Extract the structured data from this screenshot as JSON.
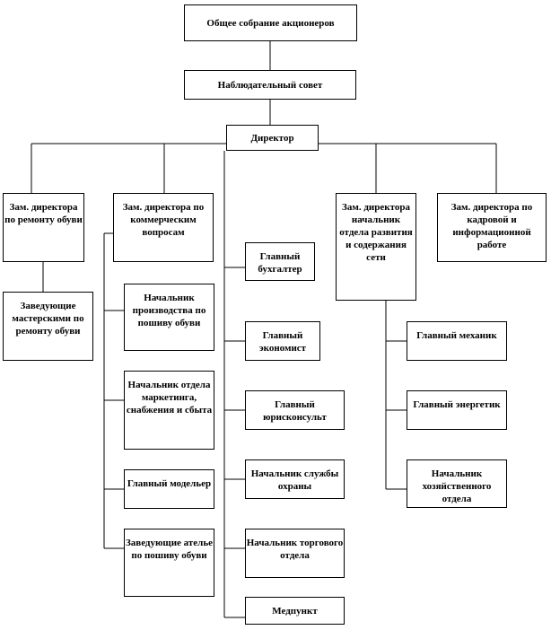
{
  "chart": {
    "shareholders": "Общее собрание акционеров",
    "board": "Наблюдательный  совет",
    "director": "Директор",
    "deputy_repair": "Зам. директора по ремонту обуви",
    "workshop_heads": "Заведующие мастерскими по ремонту обуви",
    "deputy_commercial": "Зам. директора по коммерческим вопросам",
    "production_head": "Начальник производства по пошиву обуви",
    "marketing_head": "Начальник отдела маркетинга, снабжения и сбыта",
    "chief_modeler": "Главный модельер",
    "atelier_heads": "Заведующие ателье по пошиву обуви",
    "chief_accountant": "Главный бухгалтер",
    "chief_economist": "Главный экономист",
    "chief_legal": "Главный юрисконсульт",
    "security_head": "Начальник службы охраны",
    "trade_head": "Начальник торгового отдела",
    "medical": "Медпункт",
    "deputy_network": "Зам. директора начальник отдела развития и содержания сети",
    "deputy_hr": "Зам. директора по кадровой и информационной работе",
    "chief_mechanic": "Главный механик",
    "chief_power": "Главный энергетик",
    "household_head": "Начальник хозяйственного отдела"
  }
}
